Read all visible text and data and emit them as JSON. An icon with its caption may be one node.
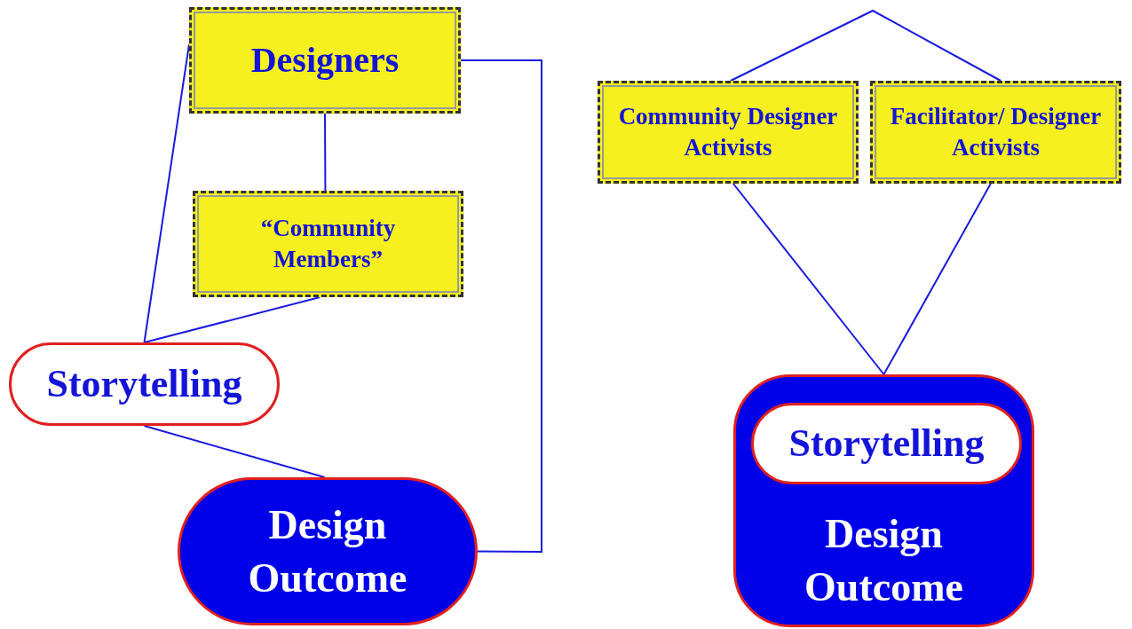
{
  "diagram": {
    "nodes": [
      {
        "text": [
          "Designers"
        ]
      },
      {
        "text": [
          "“Community Members”"
        ]
      },
      {
        "text": [
          "Storytelling"
        ]
      },
      {
        "text": [
          "Design Outcome"
        ]
      },
      {
        "text": [
          "Community Designer Activists"
        ]
      },
      {
        "text": [
          "Facilitator/ Designer Activists"
        ]
      },
      {
        "text": [
          "Design Outcome"
        ]
      },
      {
        "text": [
          "Storytelling"
        ],
        "in": 6
      }
    ],
    "edges": [
      {
        "from": 0,
        "to": 1,
        "arrow": "none"
      },
      {
        "from": 0,
        "to": 2,
        "arrow": "none"
      },
      {
        "from": 1,
        "to": 2,
        "arrow": "none"
      },
      {
        "from": 2,
        "to": 3,
        "arrow": "none"
      },
      {
        "from": 0,
        "to": 3,
        "arrow": "none"
      },
      {
        "from": 4,
        "to": 5,
        "arrow": "none"
      },
      {
        "from": 4,
        "to": 6,
        "arrow": "none"
      },
      {
        "from": 5,
        "to": 6,
        "arrow": "none"
      }
    ]
  }
}
